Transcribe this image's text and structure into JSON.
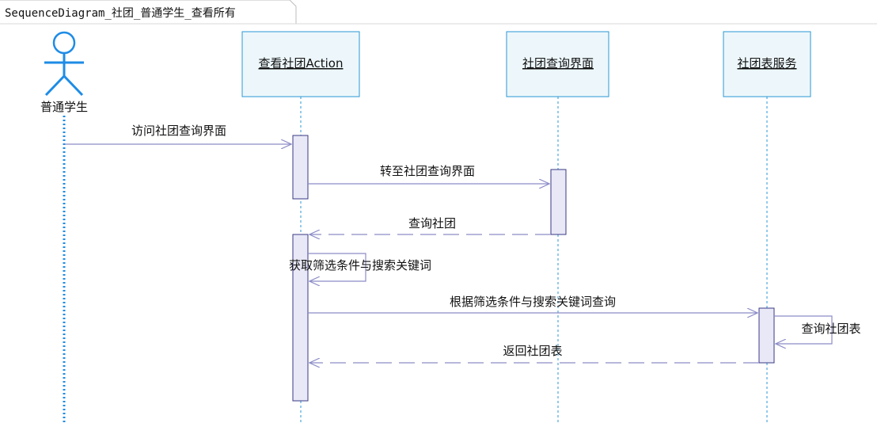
{
  "frame": {
    "title": "SequenceDiagram_社团_普通学生_查看所有"
  },
  "actor": {
    "name": "普通学生"
  },
  "lifelines": [
    {
      "name": "查看社团Action"
    },
    {
      "name": "社团查询界面"
    },
    {
      "name": "社团表服务"
    }
  ],
  "messages": [
    {
      "label": "访问社团查询界面",
      "kind": "sync"
    },
    {
      "label": "转至社团查询界面",
      "kind": "sync"
    },
    {
      "label": "查询社团",
      "kind": "return"
    },
    {
      "label": "获取筛选条件与搜索关键词",
      "kind": "self"
    },
    {
      "label": "根据筛选条件与搜索关键词查询",
      "kind": "sync"
    },
    {
      "label": "查询社团表",
      "kind": "self"
    },
    {
      "label": "返回社团表",
      "kind": "return"
    }
  ],
  "colors": {
    "box_fill": "#edf7fb",
    "box_stroke": "#2a97d4",
    "lifeline": "#2a97d4",
    "activation_fill": "#e8e8f7",
    "activation_stroke": "#3a3a86",
    "message": "#8c8cc8",
    "actor": "#1e8ce6",
    "frame_stroke": "#bdbdbd",
    "text": "#111111"
  }
}
